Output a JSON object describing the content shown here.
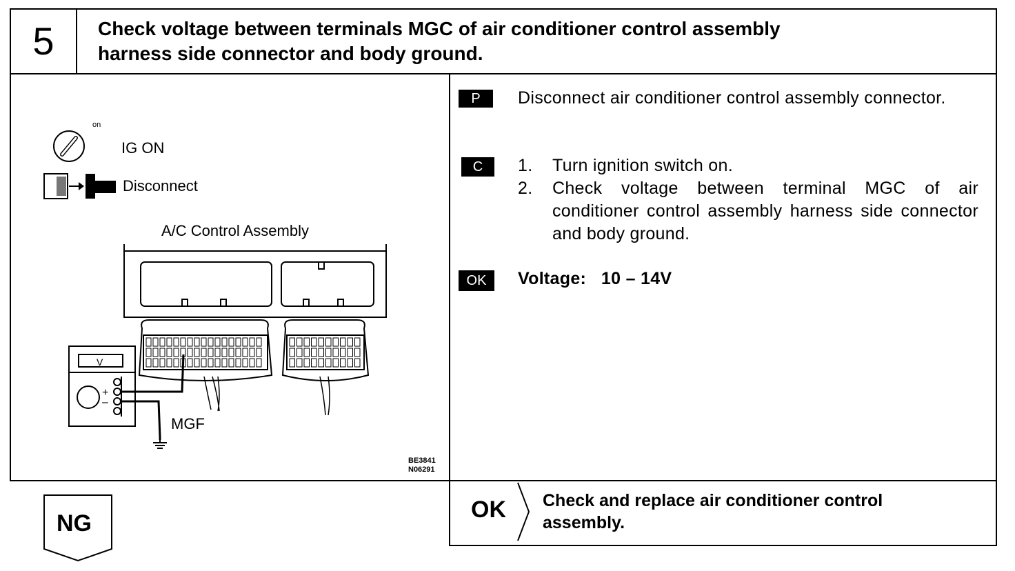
{
  "header": {
    "step_number": "5",
    "title_line1": "Check voltage between terminals MGC of air conditioner control assembly",
    "title_line2": "harness side connector and body ground."
  },
  "figure": {
    "switch_on_label": "on",
    "ig_on_label": "IG ON",
    "disconnect_label": "Disconnect",
    "assembly_label": "A/C Control Assembly",
    "meter_unit": "V",
    "plus_sign": "+",
    "minus_sign": "–",
    "terminal_label": "MGF",
    "code1": "BE3841",
    "code2": "N06291"
  },
  "procedure": {
    "prep_tag": "P",
    "prep_text": "Disconnect air conditioner control assembly connector.",
    "check_tag": "C",
    "step1_num": "1.",
    "step1_text": "Turn ignition switch on.",
    "step2_num": "2.",
    "step2_text": "Check voltage between terminal MGC of air conditioner control assembly harness side connector and body ground.",
    "ok_tag": "OK",
    "spec_label": "Voltage:",
    "spec_value": "10 – 14V"
  },
  "result_ok": {
    "label": "OK",
    "text_line1": "Check and replace air conditioner control",
    "text_line2": "assembly."
  },
  "result_ng": {
    "label": "NG"
  }
}
